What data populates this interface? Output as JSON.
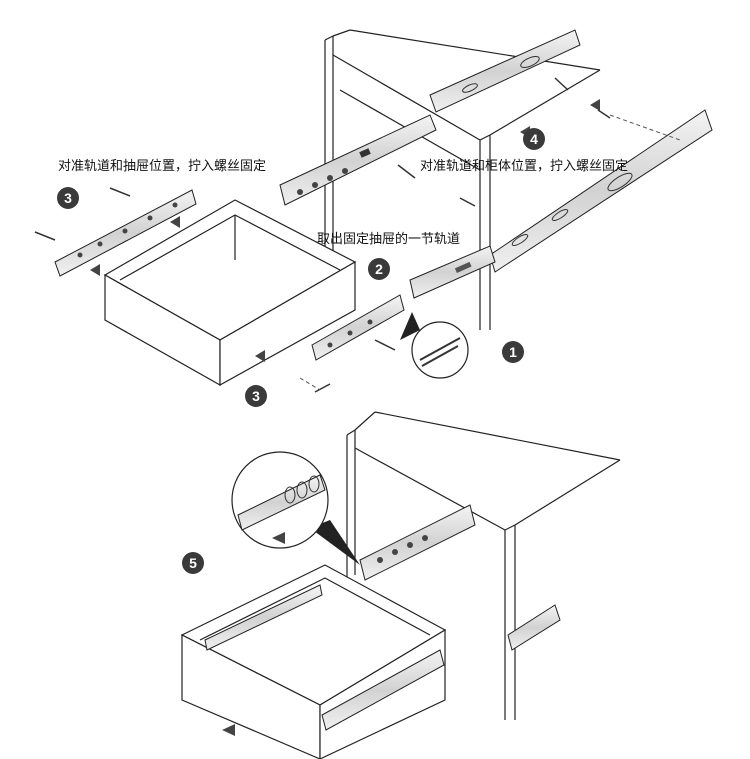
{
  "labels": {
    "left_instruction": "对准轨道和抽屉位置，拧入螺丝固定",
    "right_instruction": "对准轨道和柜体位置，拧入螺丝固定",
    "middle_instruction": "取出固定抽屉的一节轨道"
  },
  "steps": {
    "one": "1",
    "two": "2",
    "three_left": "3",
    "three_bottom": "3",
    "four": "4",
    "five": "5"
  },
  "colors": {
    "line": "#222222",
    "rail_fill": "#e6e6e6",
    "rail_dark": "#555555",
    "badge": "#3a3a3a"
  }
}
